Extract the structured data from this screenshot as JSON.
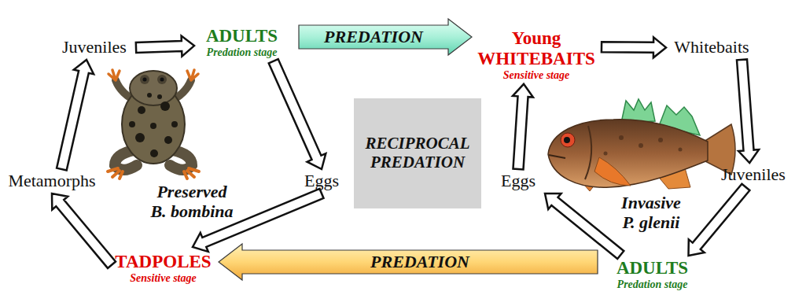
{
  "diagram": {
    "nodes": [
      {
        "text": [
          "Juveniles"
        ]
      },
      {
        "text": [
          "ADULTS",
          "Predation stage"
        ]
      },
      {
        "text": [
          "Young WHITEBAITS",
          "Sensitive stage"
        ]
      },
      {
        "text": [
          "Whitebaits"
        ]
      },
      {
        "text": [
          "RECIPROCAL PREDATION"
        ]
      },
      {
        "text": [
          "Metamorphs"
        ]
      },
      {
        "text": [
          "Eggs"
        ]
      },
      {
        "text": [
          "Eggs"
        ]
      },
      {
        "text": [
          "Juveniles"
        ]
      },
      {
        "text": [
          "TADPOLES",
          "Sensitive stage"
        ]
      },
      {
        "text": [
          "ADULTS",
          "Predation stage"
        ]
      }
    ],
    "edges": [
      {
        "from": 0,
        "to": 1,
        "arrow": "to"
      },
      {
        "from": 1,
        "to": 6,
        "arrow": "to"
      },
      {
        "from": 6,
        "to": 9,
        "arrow": "to"
      },
      {
        "from": 9,
        "to": 5,
        "arrow": "to"
      },
      {
        "from": 5,
        "to": 0,
        "arrow": "to"
      },
      {
        "from": 2,
        "to": 3,
        "arrow": "to"
      },
      {
        "from": 3,
        "to": 8,
        "arrow": "to"
      },
      {
        "from": 8,
        "to": 10,
        "arrow": "to"
      },
      {
        "from": 10,
        "to": 7,
        "arrow": "to"
      },
      {
        "from": 7,
        "to": 2,
        "arrow": "to"
      },
      {
        "from": 1,
        "to": 2,
        "label": "PREDATION",
        "arrow": "to"
      },
      {
        "from": 10,
        "to": 9,
        "label": "PREDATION",
        "arrow": "to"
      }
    ],
    "labels": [
      "Preserved B. bombina",
      "Invasive P. glenii"
    ]
  }
}
